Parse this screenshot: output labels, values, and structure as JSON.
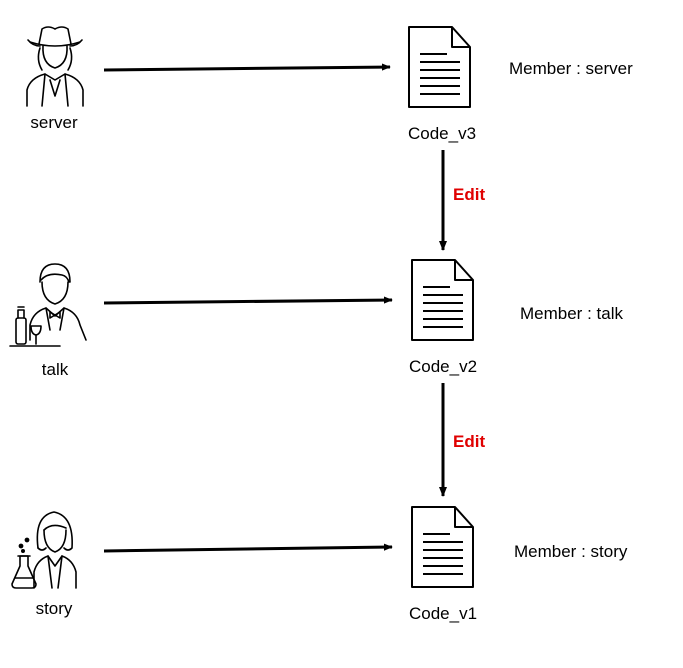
{
  "members": [
    {
      "name": "server",
      "code": "Code_v3",
      "member_label": "Member : server",
      "icon": "cowboy-person-icon"
    },
    {
      "name": "talk",
      "code": "Code_v2",
      "member_label": "Member : talk",
      "icon": "waiter-person-icon"
    },
    {
      "name": "story",
      "code": "Code_v1",
      "member_label": "Member : story",
      "icon": "scientist-woman-icon"
    }
  ],
  "edges": [
    {
      "from": "Code_v3",
      "to": "Code_v2",
      "label": "Edit"
    },
    {
      "from": "Code_v2",
      "to": "Code_v1",
      "label": "Edit"
    }
  ],
  "colors": {
    "line": "#000000",
    "edit_label": "#e00000",
    "background": "#ffffff"
  }
}
